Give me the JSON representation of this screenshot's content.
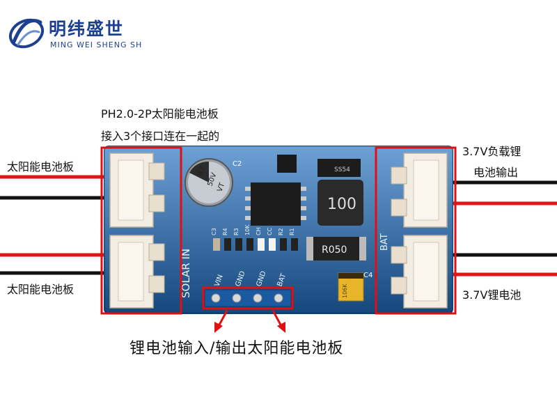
{
  "brand": {
    "name_cn": "明纬盛世",
    "name_en": "MING WEI SHENG SH"
  },
  "labels": {
    "top_note_line1": "PH2.0-2P太阳能电池板",
    "top_note_line2": "接入3个接口连在一起的",
    "left_upper": "太阳能电池板",
    "left_lower": "太阳能电池板",
    "right_upper_line1": "3.7V负载锂",
    "right_upper_line2": "电池输出",
    "right_lower": "3.7V锂电池",
    "bottom_caption": "锂电池输入/输出太阳能电池板"
  },
  "board": {
    "solar_in": "SOLAR IN",
    "bat_label": "BAT",
    "pins": [
      "VIN",
      "GND",
      "GND",
      "BAT"
    ],
    "capacitor_c2": "C2",
    "capacitor_c4": "C4",
    "electrolytic": [
      "47",
      "50V",
      "VT"
    ],
    "inductor": "100",
    "resistor": "R050",
    "small_parts": [
      "C3",
      "R4",
      "R3",
      "10K",
      "CH",
      "CC",
      "R2",
      "R1"
    ],
    "chip_top": "SS54",
    "tantalum": "106K"
  },
  "colors": {
    "pcb": "#1f6fbf",
    "highlight_box": "#e01010",
    "brand": "#1d3f8f",
    "wire_red": "#e21616",
    "wire_black": "#111111",
    "connector": "#f3ece0"
  }
}
